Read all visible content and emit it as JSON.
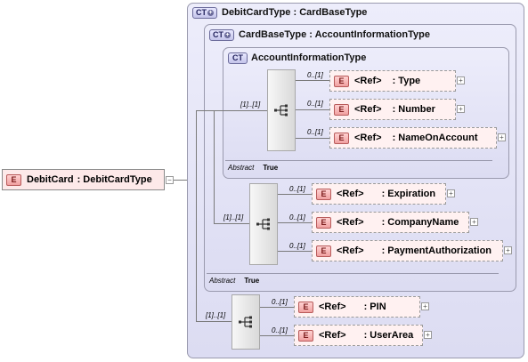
{
  "root": {
    "badge": "E",
    "label": "DebitCard",
    "type": ": DebitCardType",
    "collapse": "−"
  },
  "ct_debit": {
    "badge": "CT",
    "title": "DebitCardType : CardBaseType"
  },
  "ct_cardbase": {
    "badge": "CT",
    "title": "CardBaseType : AccountInformationType"
  },
  "ct_acct": {
    "badge": "CT",
    "title": "AccountInformationType",
    "abstract_key": "Abstract",
    "abstract_val": "True",
    "seq_occ": "[1]..[1]",
    "items": [
      {
        "occ": "0..[1]",
        "ref": "<Ref>",
        "name": ": Type"
      },
      {
        "occ": "0..[1]",
        "ref": "<Ref>",
        "name": ": Number"
      },
      {
        "occ": "0..[1]",
        "ref": "<Ref>",
        "name": ": NameOnAccount"
      }
    ]
  },
  "cardbase_seq": {
    "occ": "[1]..[1]",
    "abstract_key": "Abstract",
    "abstract_val": "True",
    "items": [
      {
        "occ": "0..[1]",
        "ref": "<Ref>",
        "name": ": Expiration"
      },
      {
        "occ": "0..[1]",
        "ref": "<Ref>",
        "name": ": CompanyName"
      },
      {
        "occ": "0..[1]",
        "ref": "<Ref>",
        "name": ": PaymentAuthorization"
      }
    ]
  },
  "debit_seq": {
    "occ": "[1]..[1]",
    "items": [
      {
        "occ": "0..[1]",
        "ref": "<Ref>",
        "name": ": PIN"
      },
      {
        "occ": "0..[1]",
        "ref": "<Ref>",
        "name": ": UserArea"
      }
    ]
  },
  "expander_glyph": "+",
  "icons": {
    "sequence": "sequence-compositor-icon",
    "element": "element-badge-icon",
    "complex_type": "complex-type-badge-icon"
  }
}
